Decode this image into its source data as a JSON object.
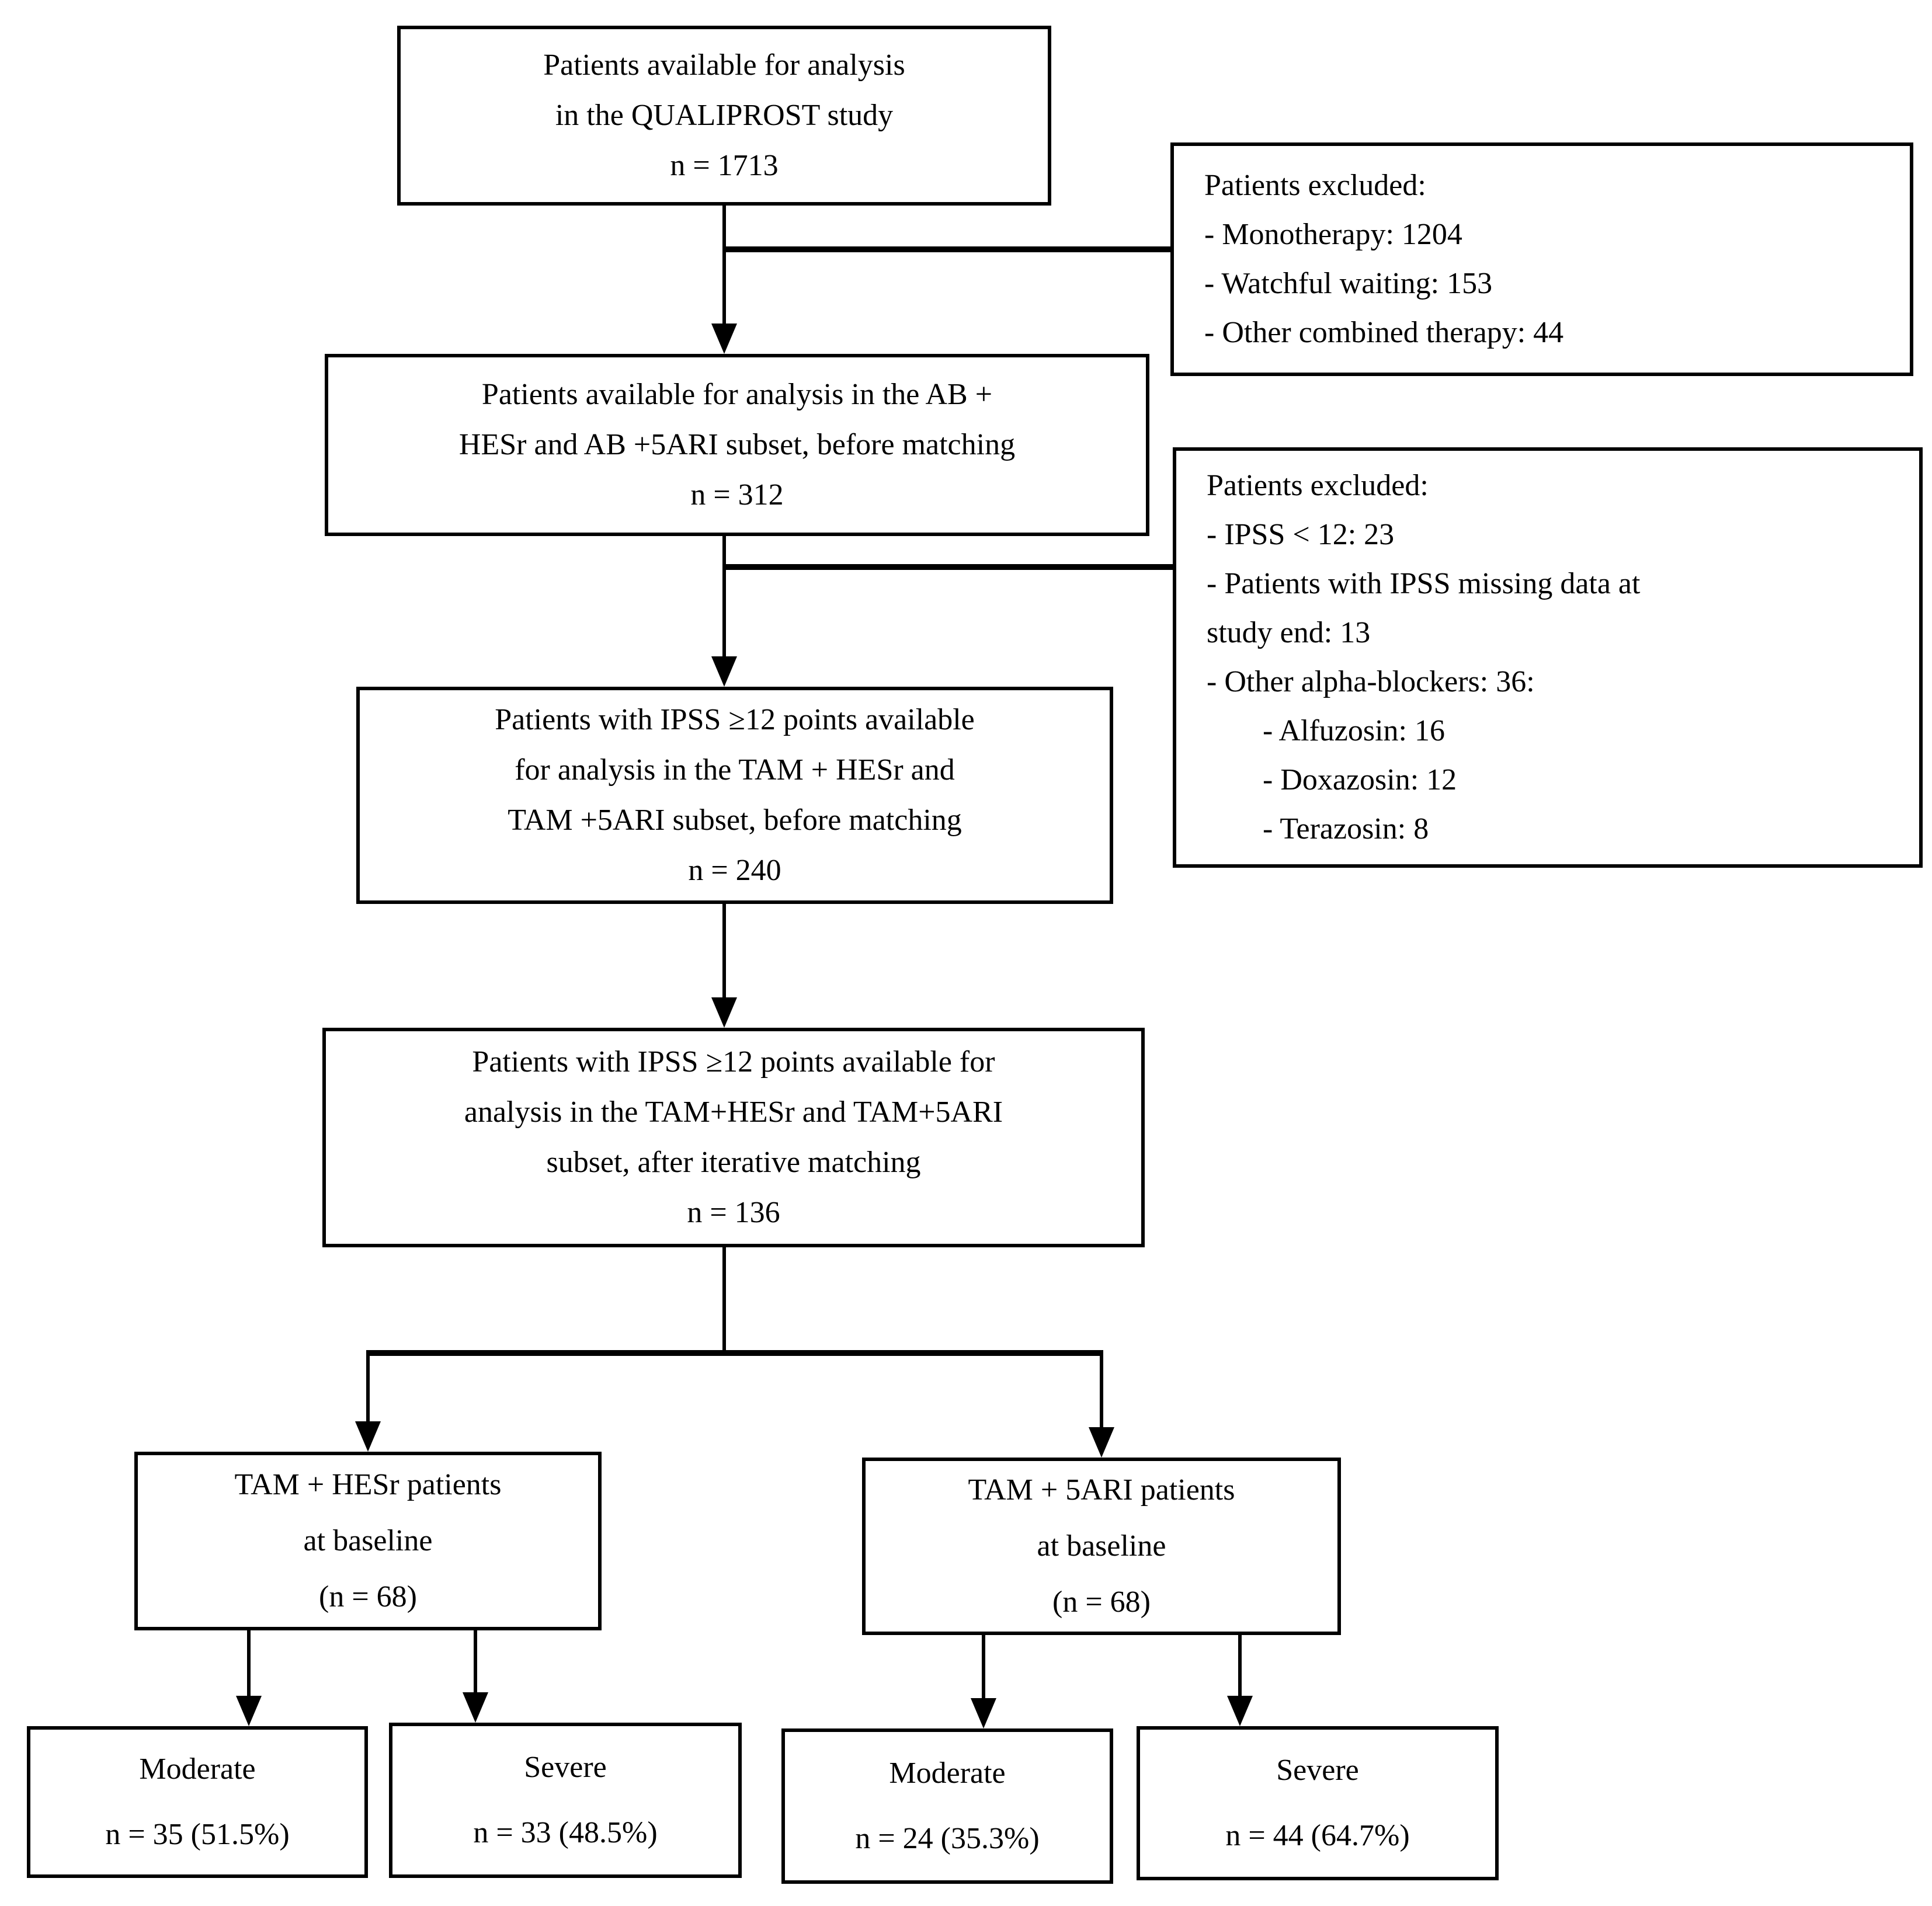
{
  "figure": {
    "background_color": "#ffffff",
    "line_color": "#000000",
    "boxes": {
      "qualiprost": {
        "lines": [
          "Patients available for analysis",
          "in the QUALIPROST  study",
          "n = 1713"
        ]
      },
      "excluded1": {
        "lines": [
          "Patients excluded:",
          "- Monotherapy: 1204",
          "- Watchful waiting: 153",
          "- Other combined therapy: 44"
        ]
      },
      "ab_before_matching": {
        "lines": [
          "Patients available for analysis in the AB +",
          "HESr and AB +5ARI subset, before matching",
          "n = 312"
        ]
      },
      "excluded2": {
        "lines": [
          "Patients excluded:",
          "- IPSS < 12: 23",
          "- Patients with IPSS missing data at",
          "study end: 13",
          "- Other alpha-blockers: 36:",
          "- Alfuzosin: 16",
          "- Doxazosin: 12",
          "- Terazosin: 8"
        ]
      },
      "tam_before_matching": {
        "lines": [
          "Patients with IPSS ≥12 points available",
          "for analysis in the TAM + HESr and",
          "TAM +5ARI subset, before matching",
          "n = 240"
        ]
      },
      "tam_after_matching": {
        "lines": [
          "Patients with IPSS ≥12 points available for",
          "analysis in the TAM+HESr and TAM+5ARI",
          "subset, after iterative matching",
          "n = 136"
        ]
      },
      "tam_hesr_baseline": {
        "lines": [
          "TAM + HESr patients",
          "at baseline",
          "(n = 68)"
        ]
      },
      "tam_5ari_baseline": {
        "lines": [
          "TAM + 5ARI patients",
          "at baseline",
          "(n = 68)"
        ]
      },
      "hesr_moderate": {
        "lines": [
          "Moderate",
          "n = 35 (51.5%)"
        ]
      },
      "hesr_severe": {
        "lines": [
          "Severe",
          "n = 33 (48.5%)"
        ]
      },
      "ari_moderate": {
        "lines": [
          "Moderate",
          "n = 24 (35.3%)"
        ]
      },
      "ari_severe": {
        "lines": [
          "Severe",
          "n = 44 (64.7%)"
        ]
      }
    }
  }
}
